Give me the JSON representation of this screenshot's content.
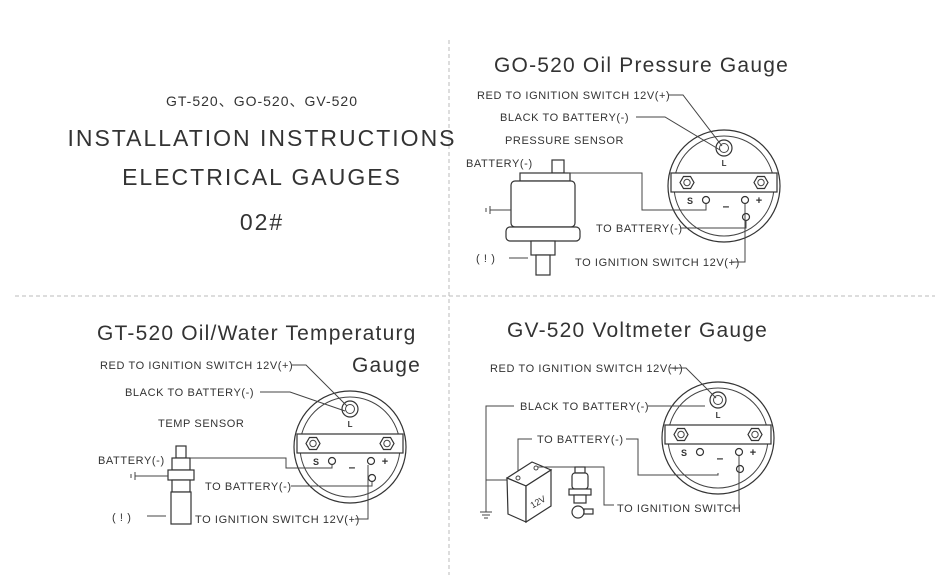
{
  "header": {
    "models": "GT-520、GO-520、GV-520",
    "title_line1": "INSTALLATION INSTRUCTIONS",
    "title_line2": "ELECTRICAL GAUGES",
    "doc_number": "02#"
  },
  "gauge_glyphs": {
    "lamp": "L",
    "sender": "S",
    "ground": "–",
    "power": "+"
  },
  "oil_pressure": {
    "title": "GO-520  Oil Pressure Gauge",
    "red_wire": "RED TO IGNITION SWITCH 12V(+)",
    "black_wire": "BLACK TO BATTERY(-)",
    "sensor": "PRESSURE SENSOR",
    "sensor_ground": "BATTERY(-)",
    "to_battery": "TO BATTERY(-)",
    "to_ignition": "TO IGNITION SWITCH 12V(+)",
    "warning": "( ! )"
  },
  "temperature": {
    "title": "GT-520  Oil/Water Temperaturg",
    "title_cont": "Gauge",
    "red_wire": "RED TO IGNITION SWITCH 12V(+)",
    "black_wire": "BLACK TO BATTERY(-)",
    "sensor": "TEMP SENSOR",
    "sensor_ground": "BATTERY(-)",
    "to_battery": "TO BATTERY(-)",
    "to_ignition": "TO IGNITION SWITCH 12V(+)",
    "warning": "( ! )"
  },
  "voltmeter": {
    "title": "GV-520  Voltmeter Gauge",
    "red_wire": "RED TO IGNITION SWITCH 12V(+)",
    "black_wire": "BLACK TO BATTERY(-)",
    "to_battery": "TO BATTERY(-)",
    "to_ignition": "TO IGNITION SWITCH",
    "battery_label": "12V"
  }
}
